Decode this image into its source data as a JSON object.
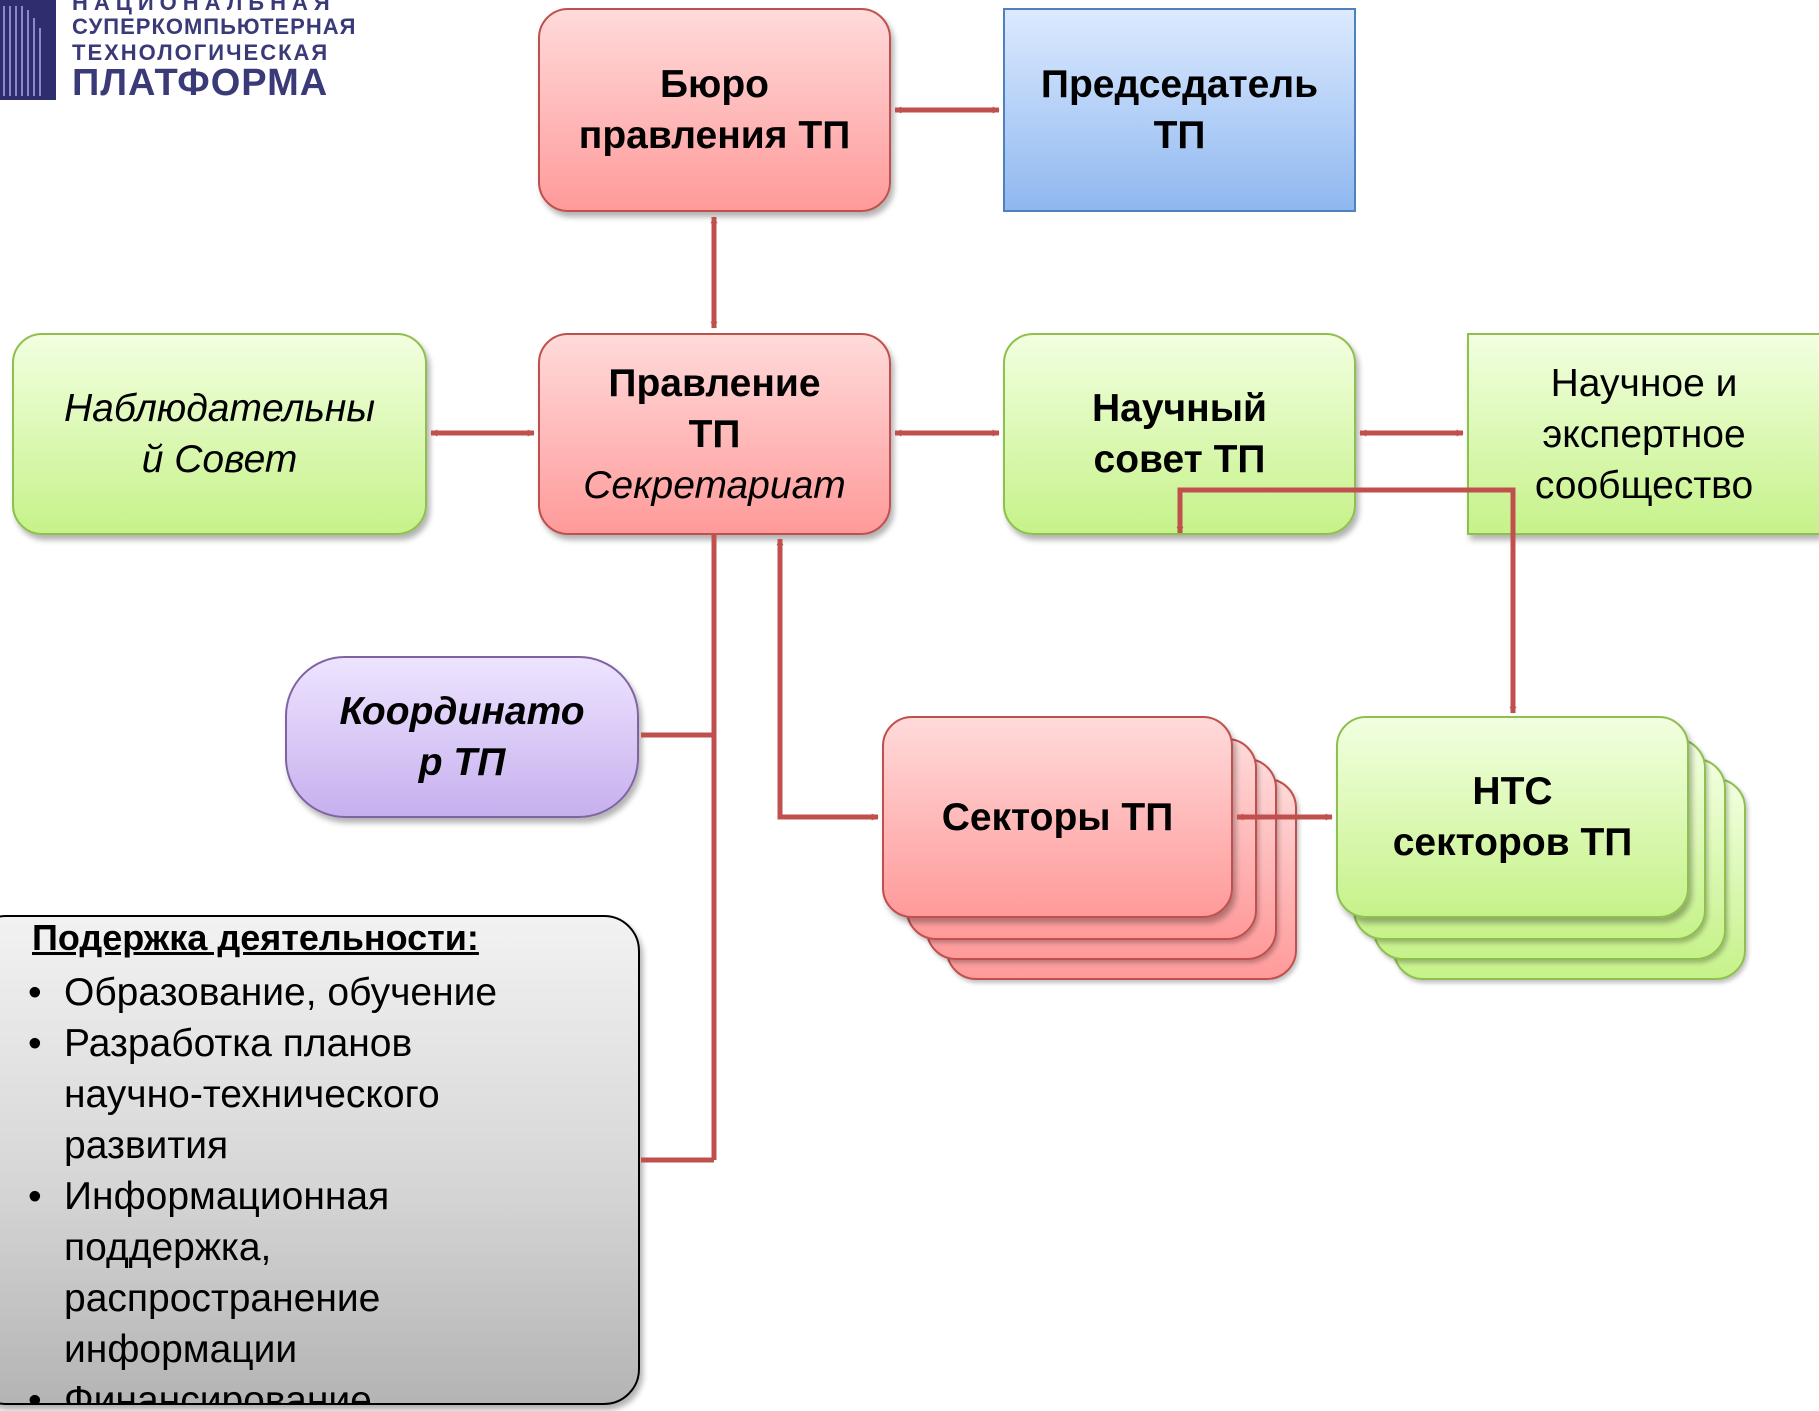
{
  "logo": {
    "lines": [
      "НАЦИОНАЛЬНАЯ",
      "СУПЕРКОМПЬЮТЕРНАЯ",
      "ТЕХНОЛОГИЧЕСКАЯ",
      "ПЛАТФОРМА"
    ]
  },
  "nodes": {
    "bureau": {
      "lines": [
        "Бюро",
        "правления ТП"
      ]
    },
    "chairman": {
      "lines": [
        "Председатель",
        "ТП"
      ]
    },
    "supervisory": {
      "lines": [
        "Наблюдательны",
        "й Совет"
      ]
    },
    "board": {
      "title_lines": [
        "Правление",
        "ТП"
      ],
      "subtitle": "Секретариат"
    },
    "science_council": {
      "lines": [
        "Научный",
        "совет ТП"
      ]
    },
    "expert_community": {
      "lines": [
        "Научное и",
        "экспертное",
        "сообщество"
      ]
    },
    "coordinator": {
      "lines": [
        "Координато",
        "р ТП"
      ]
    },
    "sectors": {
      "label": "Секторы ТП"
    },
    "ntc_sectors": {
      "lines": [
        "НТС",
        "секторов ТП"
      ]
    }
  },
  "support": {
    "title": "Подержка деятельности:",
    "items": [
      "Образование, обучение",
      "Разработка планов научно-технического развития",
      "Информационная поддержка, распространение информации",
      "Финансирование"
    ]
  },
  "colors": {
    "arrow": "#c0504d",
    "red_fill": "#ff9a9a",
    "green_fill": "#c6f28a",
    "blue_fill": "#8fb8f0",
    "purple_fill": "#c6b0ee",
    "logo_text": "#3a3a78"
  }
}
